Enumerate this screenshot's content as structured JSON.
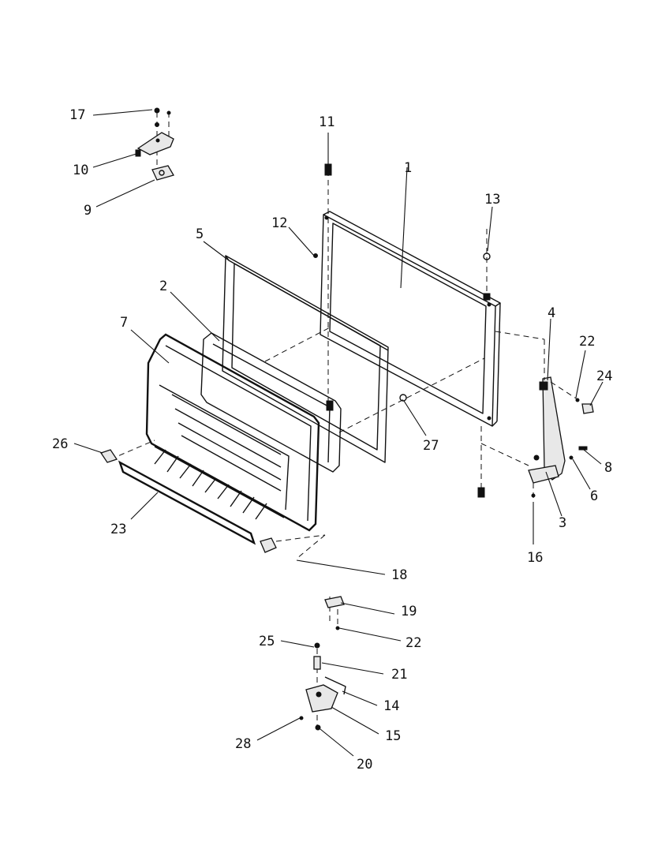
{
  "callouts": [
    {
      "id": "c17",
      "label": "17"
    },
    {
      "id": "c10",
      "label": "10"
    },
    {
      "id": "c9",
      "label": "9"
    },
    {
      "id": "c11",
      "label": "11"
    },
    {
      "id": "c1",
      "label": "1"
    },
    {
      "id": "c13",
      "label": "13"
    },
    {
      "id": "c12",
      "label": "12"
    },
    {
      "id": "c5",
      "label": "5"
    },
    {
      "id": "c2",
      "label": "2"
    },
    {
      "id": "c7",
      "label": "7"
    },
    {
      "id": "c4",
      "label": "4"
    },
    {
      "id": "c22a",
      "label": "22"
    },
    {
      "id": "c24",
      "label": "24"
    },
    {
      "id": "c27",
      "label": "27"
    },
    {
      "id": "c26",
      "label": "26"
    },
    {
      "id": "c8",
      "label": "8"
    },
    {
      "id": "c6",
      "label": "6"
    },
    {
      "id": "c3",
      "label": "3"
    },
    {
      "id": "c23",
      "label": "23"
    },
    {
      "id": "c16",
      "label": "16"
    },
    {
      "id": "c18",
      "label": "18"
    },
    {
      "id": "c19",
      "label": "19"
    },
    {
      "id": "c22b",
      "label": "22"
    },
    {
      "id": "c25",
      "label": "25"
    },
    {
      "id": "c21",
      "label": "21"
    },
    {
      "id": "c14",
      "label": "14"
    },
    {
      "id": "c15",
      "label": "15"
    },
    {
      "id": "c28",
      "label": "28"
    },
    {
      "id": "c20",
      "label": "20"
    }
  ]
}
